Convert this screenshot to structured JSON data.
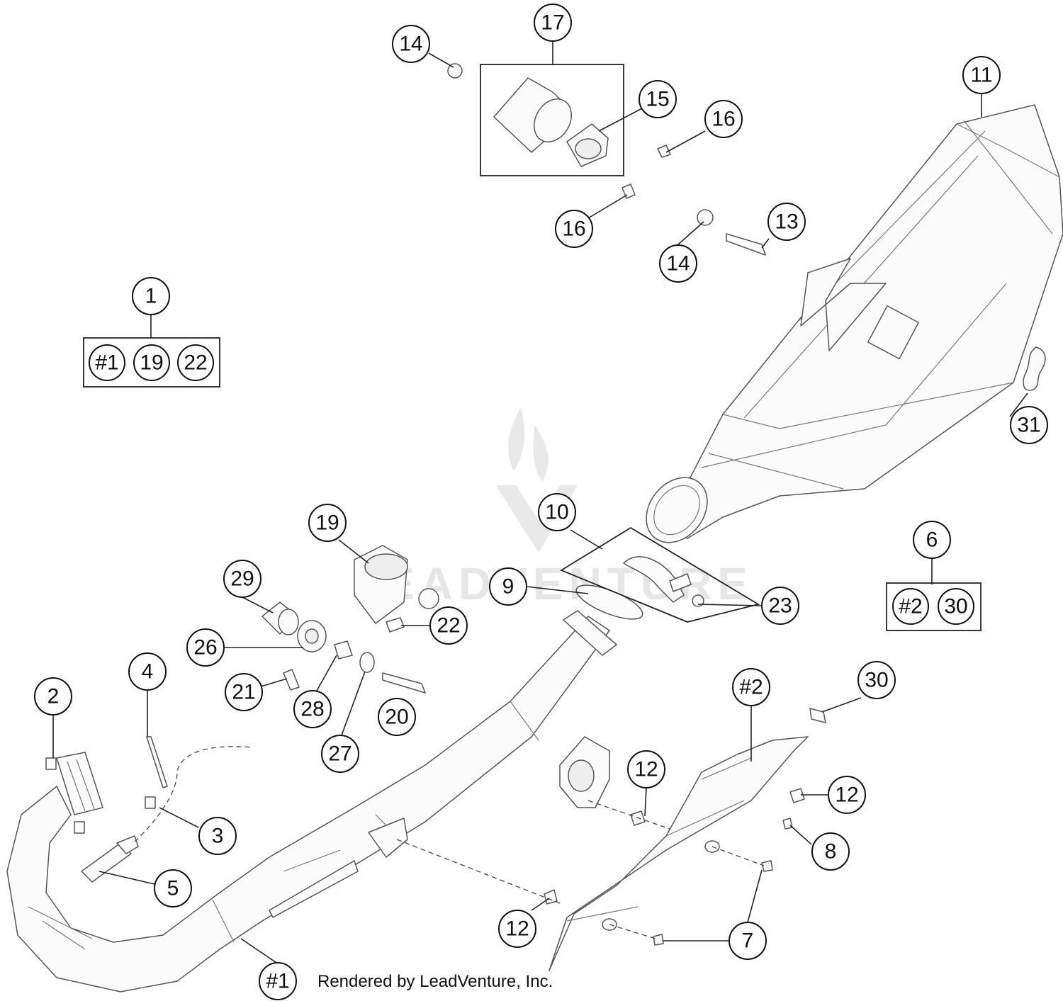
{
  "watermark": {
    "brand": "LEADVENTURE",
    "logo": "flame-v-logo"
  },
  "credit": "Rendered by LeadVenture, Inc.",
  "callouts": {
    "c1": "1",
    "c2": "2",
    "c3": "3",
    "c4": "4",
    "c5": "5",
    "c6": "6",
    "c7": "7",
    "c8": "8",
    "c9": "9",
    "c10": "10",
    "c11": "11",
    "c12a": "12",
    "c12b": "12",
    "c12c": "12",
    "c13": "13",
    "c14a": "14",
    "c14b": "14",
    "c15": "15",
    "c16a": "16",
    "c16b": "16",
    "c17": "17",
    "c19": "19",
    "c20": "20",
    "c21": "21",
    "c22": "22",
    "c23": "23",
    "c26": "26",
    "c27": "27",
    "c28": "28",
    "c29": "29",
    "c30": "30",
    "c31": "31",
    "hash1": "#1",
    "hash2": "#2"
  },
  "kits": {
    "kit1": {
      "items": [
        "#1",
        "19",
        "22"
      ]
    },
    "kit6": {
      "items": [
        "#2",
        "30"
      ]
    }
  }
}
